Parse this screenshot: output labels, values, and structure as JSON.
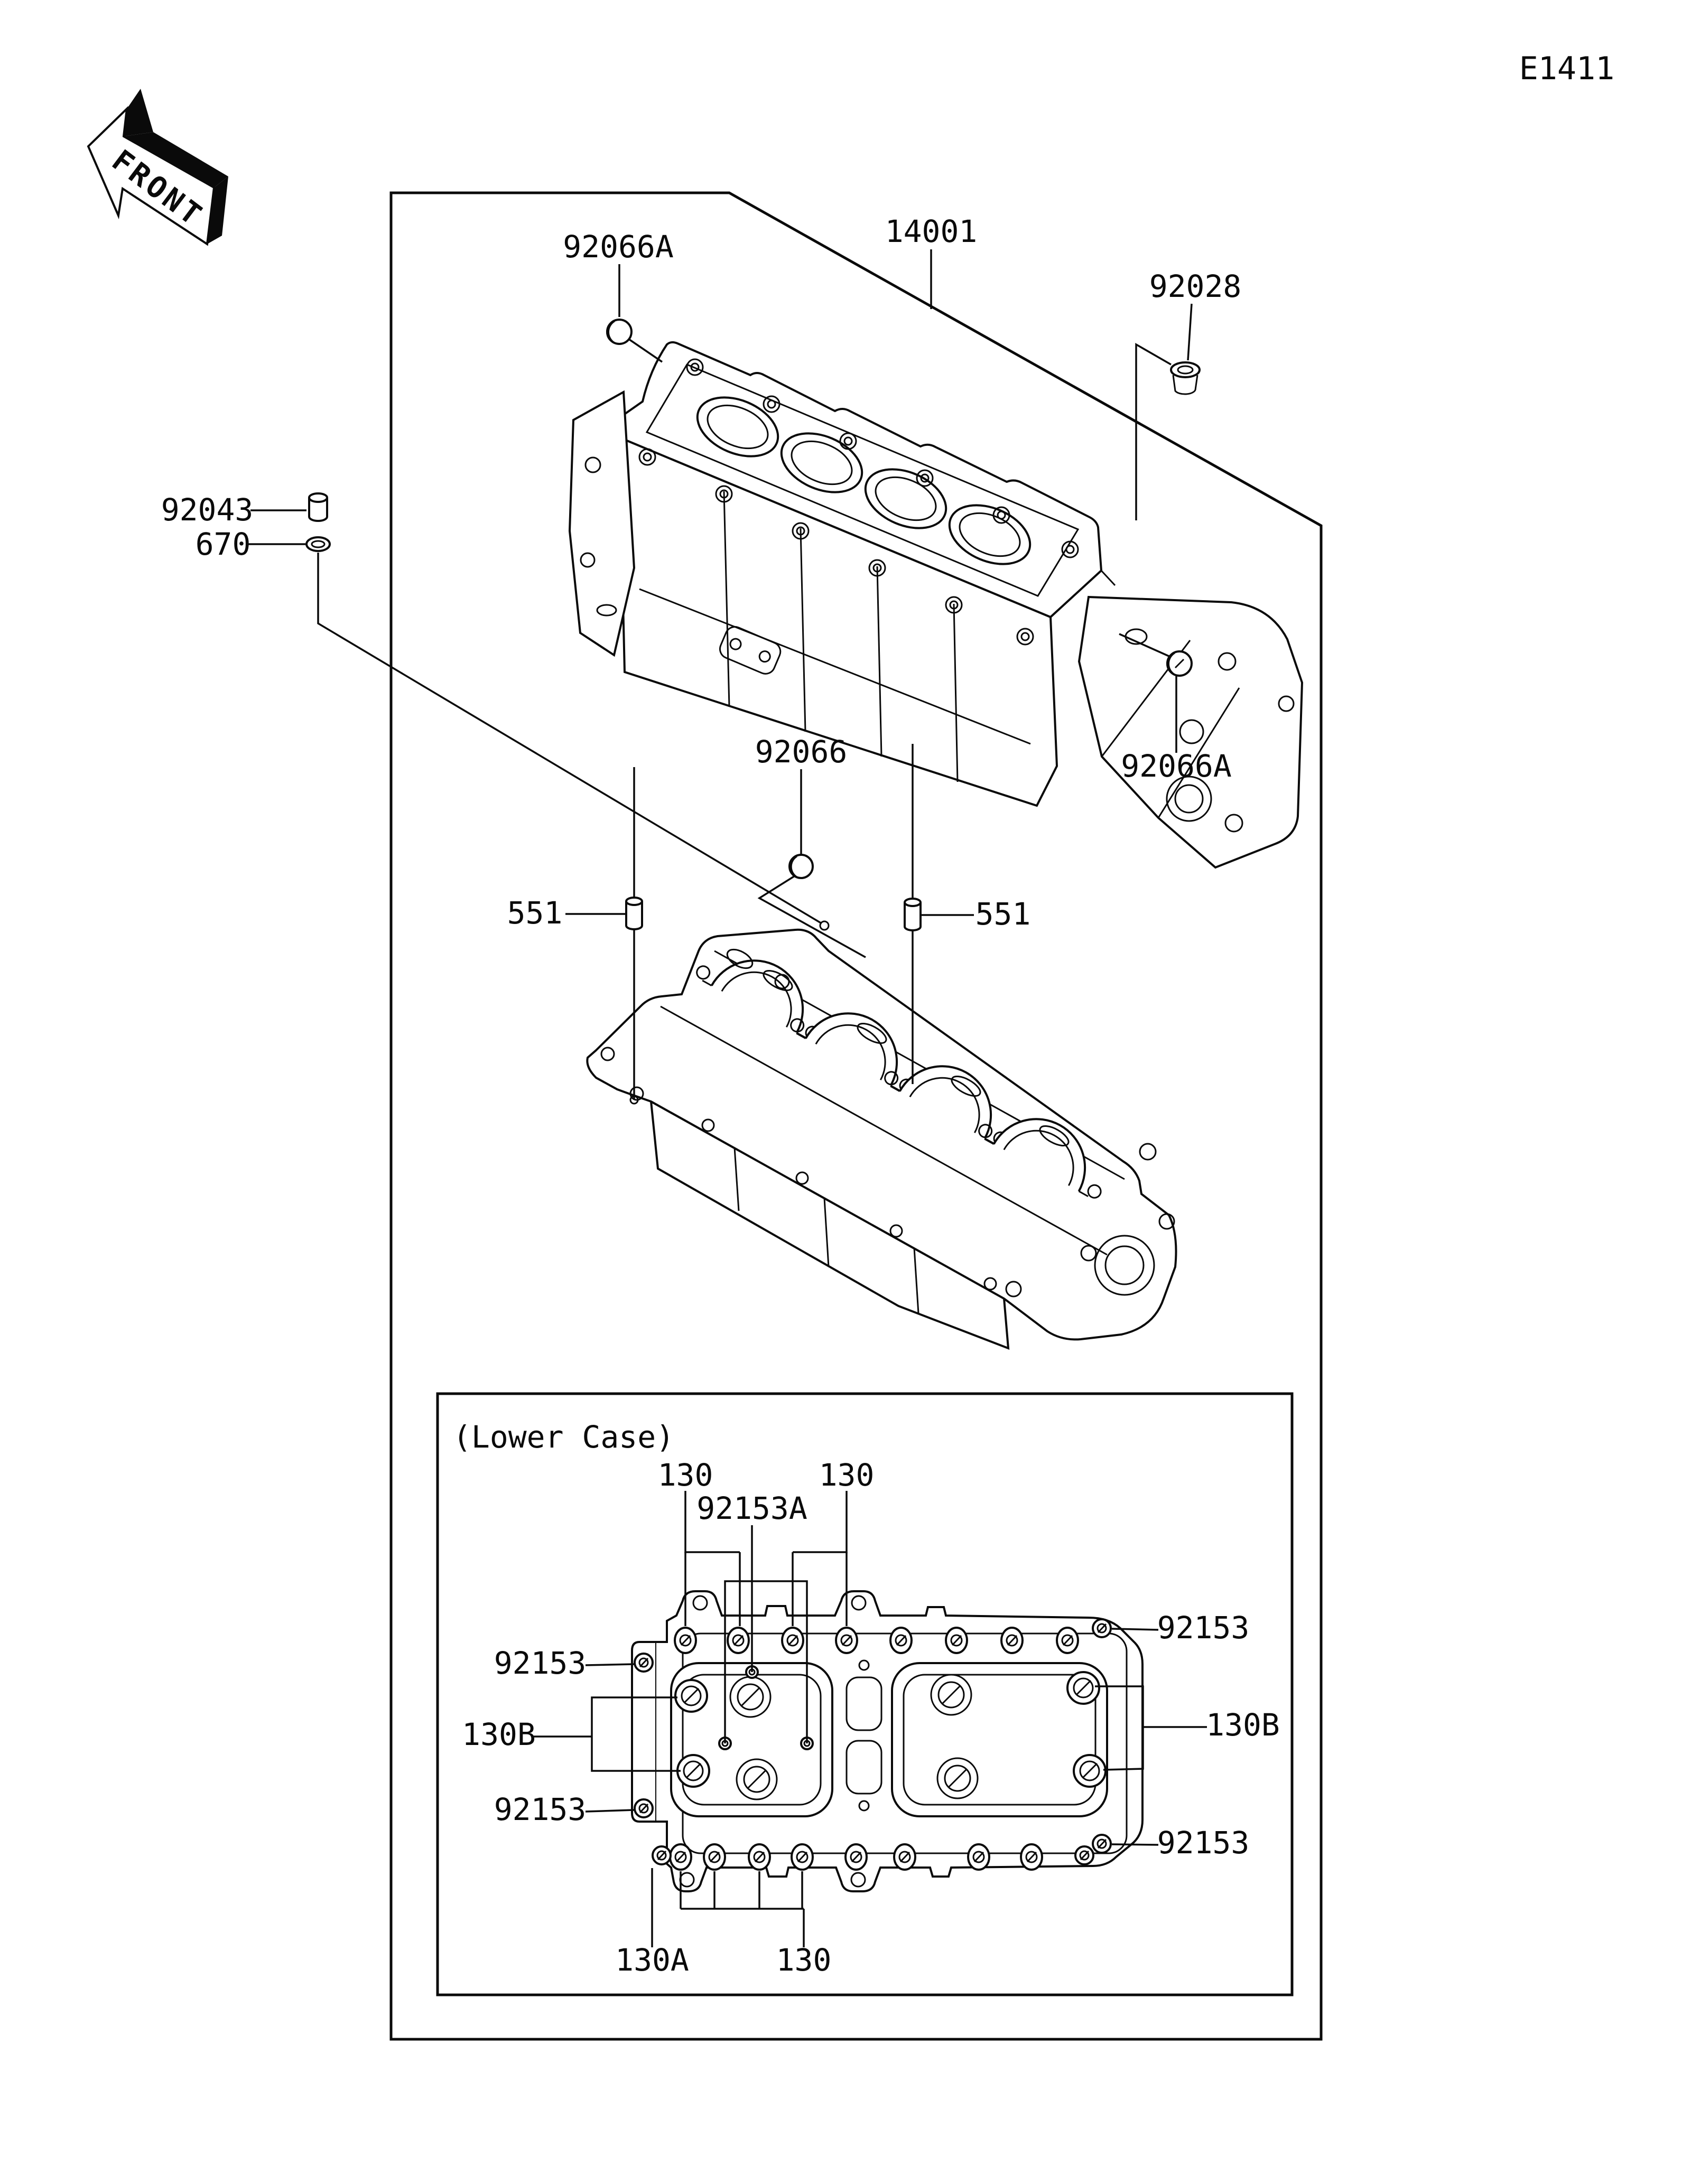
{
  "page": {
    "code": "E1411",
    "front_label": "FRONT",
    "background": "#ffffff",
    "line_color": "#0a0a0a"
  },
  "diagram": {
    "description": "Kawasaki crankcase exploded parts diagram",
    "labels": {
      "l92066a_top": "92066A",
      "l14001": "14001",
      "l92028": "92028",
      "l92043": "92043",
      "l670": "670",
      "l92066": "92066",
      "l551_left": "551",
      "l551_right": "551",
      "l92066a_right": "92066A"
    }
  },
  "lower_case_box": {
    "title": "(Lower Case)",
    "labels": {
      "l130_tl": "130",
      "l92153a": "92153A",
      "l130_tr": "130",
      "l92153_lt": "92153",
      "l130b_left": "130B",
      "l92153_lb": "92153",
      "l92153_rt": "92153",
      "l130b_right": "130B",
      "l92153_rb": "92153",
      "l130a": "130A",
      "l130_bottom": "130"
    }
  }
}
